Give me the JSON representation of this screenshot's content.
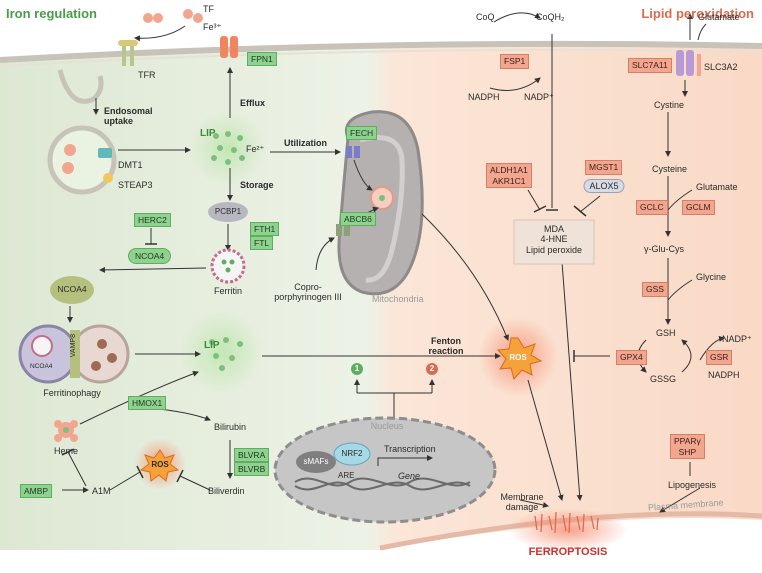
{
  "titles": {
    "iron": "Iron regulation",
    "lipid": "Lipid peroxidation"
  },
  "iron": {
    "tf": "TF",
    "fe3_top": "Fe³⁺",
    "tfr": "TFR",
    "fpn1": "FPN1",
    "efflux": "Efflux",
    "endo": "Endosomal\nuptake",
    "dmt1": "DMT1",
    "steap3": "STEAP3",
    "lip1": "LIP",
    "fe2": "Fe²⁺",
    "utilization": "Utilization",
    "fech": "FECH",
    "storage": "Storage",
    "pcbp1": "PCBP1",
    "fth1": "FTH1",
    "ftl": "FTL",
    "herc2": "HERC2",
    "ncoa4_oval": "NCOA4",
    "ferritin": "Ferritin",
    "ncoa4_blob": "NCOA4",
    "ncoa4_small": "NCOA4",
    "vamp8": "VAMP8",
    "ferritinophagy": "Ferritinophagy",
    "lip2": "LIP",
    "hmox1": "HMOX1",
    "heme": "Heme",
    "bilirubin": "Bilirubin",
    "blvra": "BLVRA",
    "blvrb": "BLVRB",
    "ambp": "AMBP",
    "a1m": "A1M",
    "ros_small": "ROS",
    "biliverdin": "Biliverdin",
    "abcb6": "ABCB6",
    "copro": "Copro-\nporphyrinogen III",
    "mito": "Mitochondria"
  },
  "center": {
    "fenton": "Fenton\nreaction",
    "ros_big": "ROS",
    "num1": "1",
    "num2": "2",
    "nucleus": "Nucleus",
    "smafs": "sMAFs",
    "nrf2": "NRF2",
    "are": "ARE",
    "transcription": "Transcription",
    "gene": "Gene",
    "membrane_damage": "Membrane\ndamage",
    "ferroptosis": "FERROPTOSIS"
  },
  "lipid": {
    "coq": "CoQ",
    "coqh2": "CoQH₂",
    "fsp1": "FSP1",
    "nadph_top": "NADPH",
    "nadp_top": "NADP⁺",
    "aldh1a1": "ALDH1A1",
    "akr1c1": "AKR1C1",
    "mgst1": "MGST1",
    "alox5": "ALOX5",
    "mda": "MDA\n4-HNE\nLipid peroxide",
    "glutamate_top": "Glutamate",
    "slc7a11": "SLC7A11",
    "slc3a2": "SLC3A2",
    "cystine": "Cystine",
    "cysteine": "Cysteine",
    "glutamate2": "Glutamate",
    "gclc": "GCLC",
    "gclm": "GCLM",
    "ggc": "γ-Glu-Cys",
    "glycine": "Glycine",
    "gss": "GSS",
    "gsh": "GSH",
    "gpx4": "GPX4",
    "gssg": "GSSG",
    "nadp_r": "NADP⁺",
    "gsr": "GSR",
    "nadph_r": "NADPH",
    "ppar": "PPARγ\nSHP",
    "lipogenesis": "Lipogenesis",
    "plasma": "Plasma membrane"
  },
  "colors": {
    "iron_bg": "#e2ecd8",
    "lipid_bg": "#fbe3d4",
    "green_box": "#8fd18f",
    "orange_box": "#f2a58f",
    "ferroptosis": "#d0302a"
  }
}
